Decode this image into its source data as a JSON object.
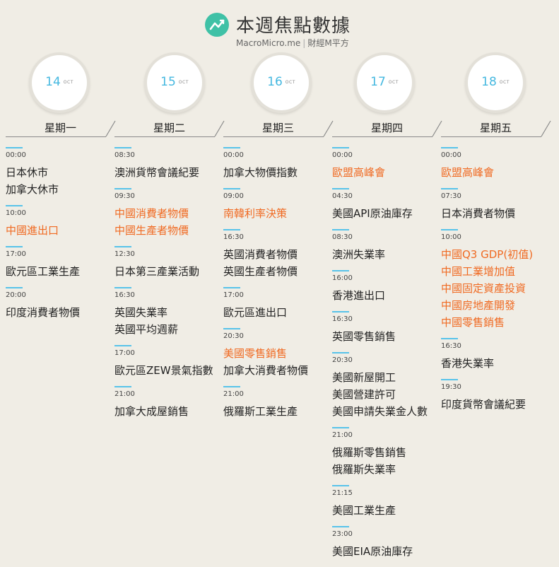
{
  "header": {
    "title": "本週焦點數據",
    "site": "MacroMicro.me",
    "brand": "財經M平方"
  },
  "colors": {
    "accent_blue": "#45b8e0",
    "highlight_orange": "#f06a22",
    "logo_green": "#3fc1a6"
  },
  "days": [
    {
      "day": "14",
      "month": "OCT",
      "weekday": "星期一",
      "events": [
        {
          "time": "00:00",
          "items": [
            {
              "text": "日本休市",
              "highlight": false
            },
            {
              "text": "加拿大休市",
              "highlight": false
            }
          ]
        },
        {
          "time": "10:00",
          "items": [
            {
              "text": "中國進出口",
              "highlight": true
            }
          ]
        },
        {
          "time": "17:00",
          "items": [
            {
              "text": "歐元區工業生產",
              "highlight": false
            }
          ]
        },
        {
          "time": "20:00",
          "items": [
            {
              "text": "印度消費者物價",
              "highlight": false
            }
          ]
        }
      ]
    },
    {
      "day": "15",
      "month": "OCT",
      "weekday": "星期二",
      "events": [
        {
          "time": "08:30",
          "items": [
            {
              "text": "澳洲貨幣會議紀要",
              "highlight": false
            }
          ]
        },
        {
          "time": "09:30",
          "items": [
            {
              "text": "中國消費者物價",
              "highlight": true
            },
            {
              "text": "中國生產者物價",
              "highlight": true
            }
          ]
        },
        {
          "time": "12:30",
          "items": [
            {
              "text": "日本第三產業活動",
              "highlight": false
            }
          ]
        },
        {
          "time": "16:30",
          "items": [
            {
              "text": "英國失業率",
              "highlight": false
            },
            {
              "text": "英國平均週薪",
              "highlight": false
            }
          ]
        },
        {
          "time": "17:00",
          "items": [
            {
              "text": "歐元區ZEW景氣指數",
              "highlight": false
            }
          ]
        },
        {
          "time": "21:00",
          "items": [
            {
              "text": "加拿大成屋銷售",
              "highlight": false
            }
          ]
        }
      ]
    },
    {
      "day": "16",
      "month": "OCT",
      "weekday": "星期三",
      "events": [
        {
          "time": "00:00",
          "items": [
            {
              "text": "加拿大物價指數",
              "highlight": false
            }
          ]
        },
        {
          "time": "09:00",
          "items": [
            {
              "text": "南韓利率決策",
              "highlight": true
            }
          ]
        },
        {
          "time": "16:30",
          "items": [
            {
              "text": "英國消費者物價",
              "highlight": false
            },
            {
              "text": "英國生產者物價",
              "highlight": false
            }
          ]
        },
        {
          "time": "17:00",
          "items": [
            {
              "text": "歐元區進出口",
              "highlight": false
            }
          ]
        },
        {
          "time": "20:30",
          "items": [
            {
              "text": "美國零售銷售",
              "highlight": true
            },
            {
              "text": "加拿大消費者物價",
              "highlight": false
            }
          ]
        },
        {
          "time": "21:00",
          "items": [
            {
              "text": "俄羅斯工業生產",
              "highlight": false
            }
          ]
        }
      ]
    },
    {
      "day": "17",
      "month": "OCT",
      "weekday": "星期四",
      "events": [
        {
          "time": "00:00",
          "items": [
            {
              "text": "歐盟高峰會",
              "highlight": true
            }
          ]
        },
        {
          "time": "04:30",
          "items": [
            {
              "text": "美國API原油庫存",
              "highlight": false
            }
          ]
        },
        {
          "time": "08:30",
          "items": [
            {
              "text": "澳洲失業率",
              "highlight": false
            }
          ]
        },
        {
          "time": "16:00",
          "items": [
            {
              "text": "香港進出口",
              "highlight": false
            }
          ]
        },
        {
          "time": "16:30",
          "items": [
            {
              "text": "英國零售銷售",
              "highlight": false
            }
          ]
        },
        {
          "time": "20:30",
          "items": [
            {
              "text": "美國新屋開工",
              "highlight": false
            },
            {
              "text": "美國營建許可",
              "highlight": false
            },
            {
              "text": "美國申請失業金人數",
              "highlight": false
            }
          ]
        },
        {
          "time": "21:00",
          "items": [
            {
              "text": "俄羅斯零售銷售",
              "highlight": false
            },
            {
              "text": "俄羅斯失業率",
              "highlight": false
            }
          ]
        },
        {
          "time": "21:15",
          "items": [
            {
              "text": "美國工業生產",
              "highlight": false
            }
          ]
        },
        {
          "time": "23:00",
          "items": [
            {
              "text": "美國EIA原油庫存",
              "highlight": false
            }
          ]
        }
      ]
    },
    {
      "day": "18",
      "month": "OCT",
      "weekday": "星期五",
      "events": [
        {
          "time": "00:00",
          "items": [
            {
              "text": "歐盟高峰會",
              "highlight": true
            }
          ]
        },
        {
          "time": "07:30",
          "items": [
            {
              "text": "日本消費者物價",
              "highlight": false
            }
          ]
        },
        {
          "time": "10:00",
          "items": [
            {
              "text": "中國Q3 GDP(初值)",
              "highlight": true
            },
            {
              "text": "中國工業增加值",
              "highlight": true
            },
            {
              "text": "中國固定資產投資",
              "highlight": true
            },
            {
              "text": "中國房地產開發",
              "highlight": true
            },
            {
              "text": "中國零售銷售",
              "highlight": true
            }
          ]
        },
        {
          "time": "16:30",
          "items": [
            {
              "text": "香港失業率",
              "highlight": false
            }
          ]
        },
        {
          "time": "19:30",
          "items": [
            {
              "text": "印度貨幣會議紀要",
              "highlight": false
            }
          ]
        }
      ]
    }
  ]
}
